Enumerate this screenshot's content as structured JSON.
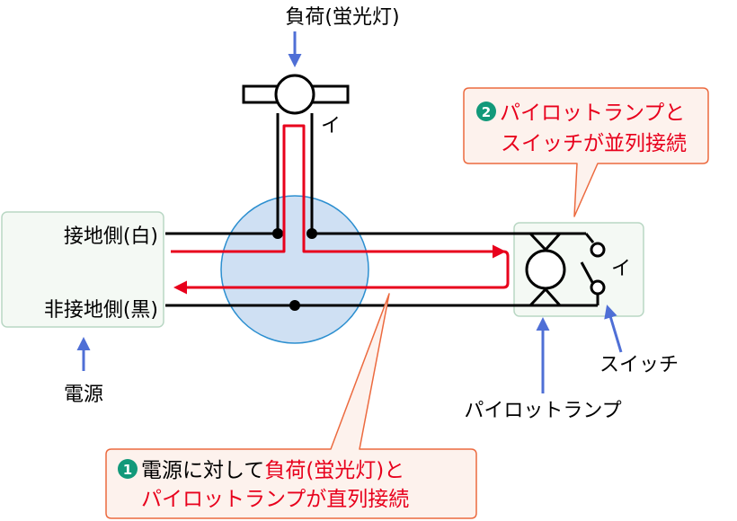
{
  "load": {
    "label": "負荷(蛍光灯)",
    "terminal": "イ"
  },
  "source": {
    "label": "電源",
    "neutral": "接地側(白)",
    "hot": "非接地側(黒)"
  },
  "switch": {
    "label": "スイッチ",
    "terminal": "イ"
  },
  "pilot_lamp": {
    "label": "パイロットランプ"
  },
  "callout1": {
    "badge": "1",
    "line1_black": "電源に対して",
    "line1_red": "負荷(蛍光灯)と",
    "line2_red": "パイロットランプが直列接続"
  },
  "callout2": {
    "badge": "2",
    "line1_red": "パイロットランプと",
    "line2_red": "スイッチが並列接続"
  },
  "colors": {
    "wire": "#000000",
    "current": "#e8001c",
    "arrow": "#4f6fd6",
    "junction_fill": "#cfe0f3",
    "junction_stroke": "#2c8fd0",
    "box_fill": "#f4f9f4",
    "box_stroke": "#b9d7c4",
    "callout_fill": "#fdf2ed",
    "callout_stroke": "#ec6a3f",
    "badge": "#12997a"
  }
}
